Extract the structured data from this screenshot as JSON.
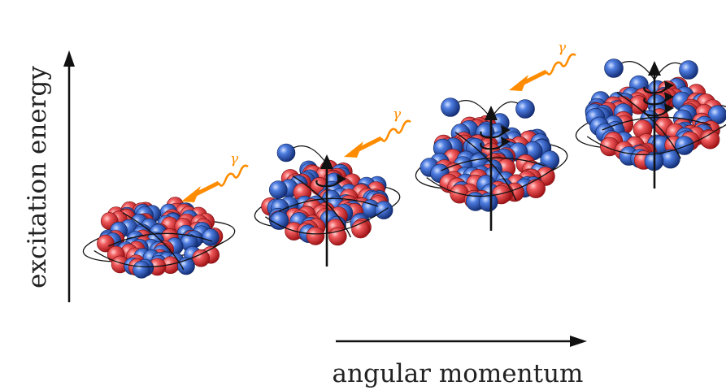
{
  "axes": {
    "y_label": "excitation energy",
    "x_label": "angular momentum"
  },
  "gamma_symbol": "γ",
  "colors": {
    "proton": "#e8393c",
    "neutron": "#3d6fd8",
    "gamma_ray": "#ff8c00",
    "axis": "#111111"
  },
  "icons": {
    "rotation_axis": "arrow-up-icon",
    "spin": "curved-arrow-icon",
    "photon": "wavy-arrow-icon"
  },
  "nuclei": [
    {
      "name": "nucleus-ground-state",
      "spin_level": 0
    },
    {
      "name": "nucleus-rotating-1",
      "spin_level": 1
    },
    {
      "name": "nucleus-rotating-2",
      "spin_level": 2
    },
    {
      "name": "nucleus-rotating-3",
      "spin_level": 3
    }
  ]
}
